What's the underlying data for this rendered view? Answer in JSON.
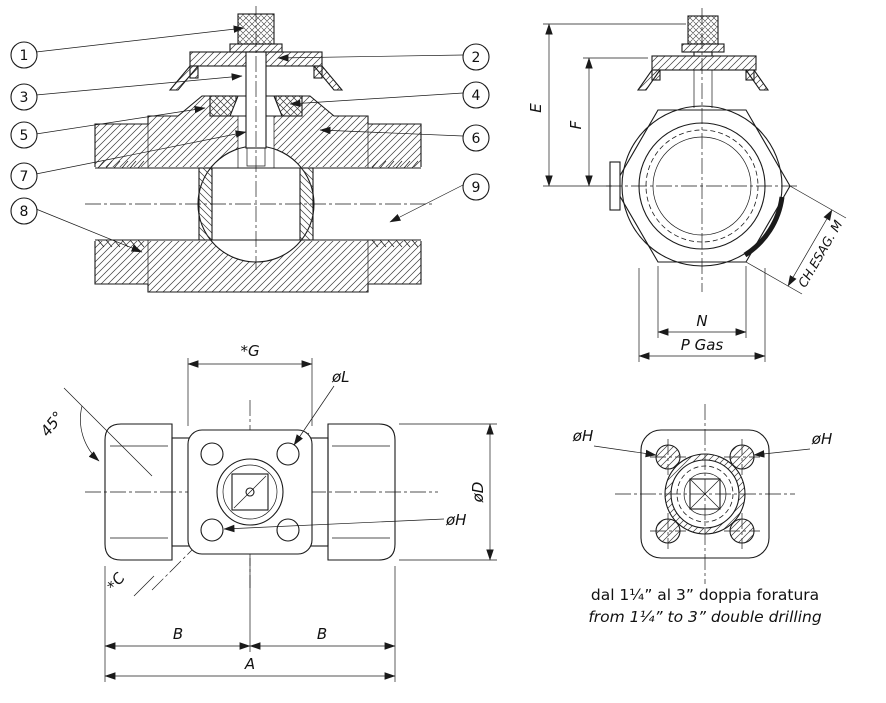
{
  "drawing": {
    "background": "#ffffff",
    "line_color": "#1a1a1a"
  },
  "callouts": {
    "c1": "1",
    "c2": "2",
    "c3": "3",
    "c4": "4",
    "c5": "5",
    "c6": "6",
    "c7": "7",
    "c8": "8",
    "c9": "9"
  },
  "dims": {
    "e": "E",
    "f": "F",
    "n": "N",
    "p_gas": "P Gas",
    "ch_esag": "CH.ESAG.  M",
    "g": "*G",
    "l": "øL",
    "h": "øH",
    "d": "øD",
    "c": "*C",
    "b": "B",
    "a": "A",
    "angle": "45°"
  },
  "caption": {
    "line1": "dal 1¼” al 3” doppia foratura",
    "line2": "from 1¼” to 3” double drilling"
  }
}
